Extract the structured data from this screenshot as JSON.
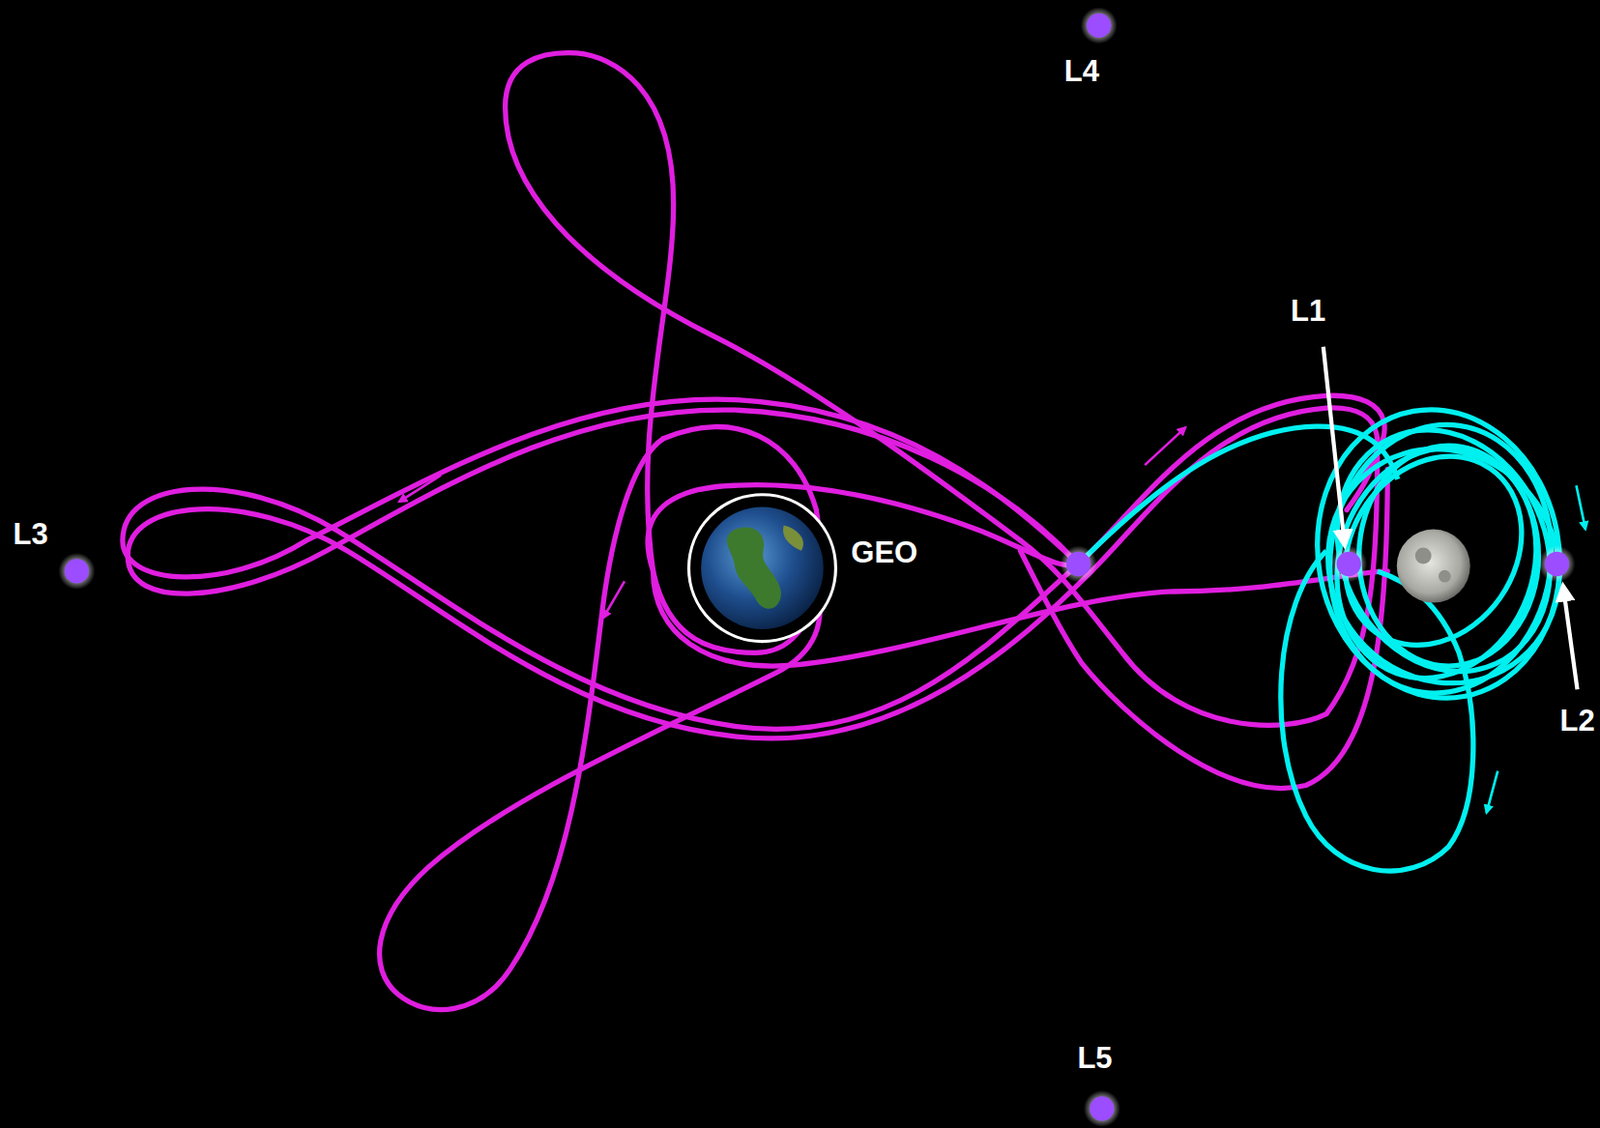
{
  "diagram": {
    "labels": [
      "L4",
      "L1",
      "L3",
      "GEO",
      "L2",
      "L5"
    ]
  }
}
